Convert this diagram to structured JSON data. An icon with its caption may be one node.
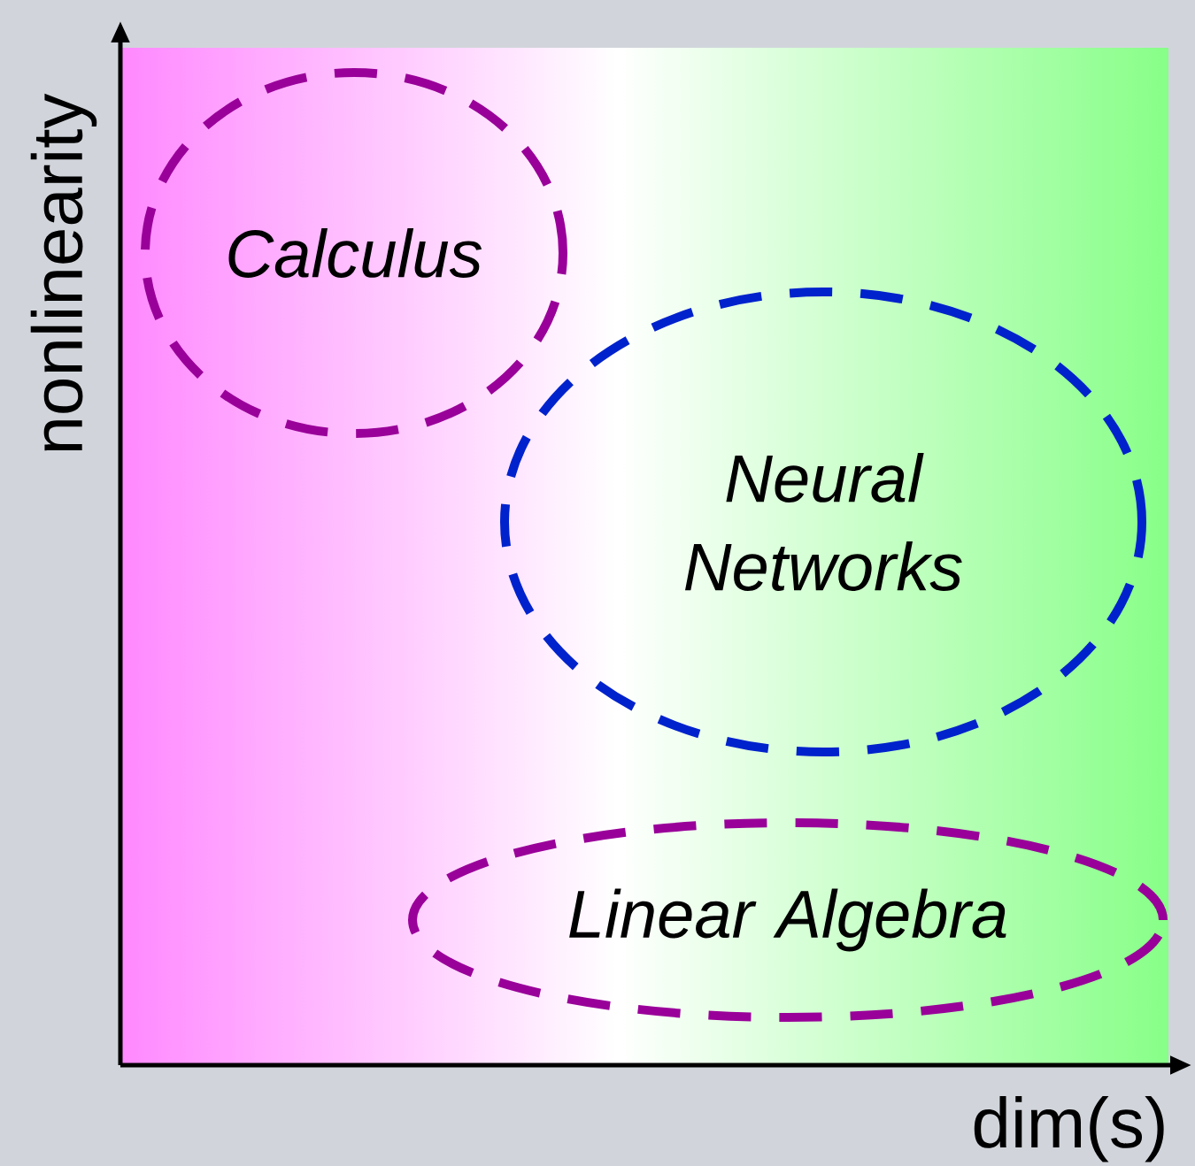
{
  "diagram": {
    "nodes": [
      {
        "text": [
          "Calculus"
        ]
      },
      {
        "text": [
          "Neural Networks"
        ]
      },
      {
        "text": [
          "Linear Algebra"
        ]
      }
    ],
    "labels": [
      "nonlinearity",
      "dim(s)"
    ]
  }
}
